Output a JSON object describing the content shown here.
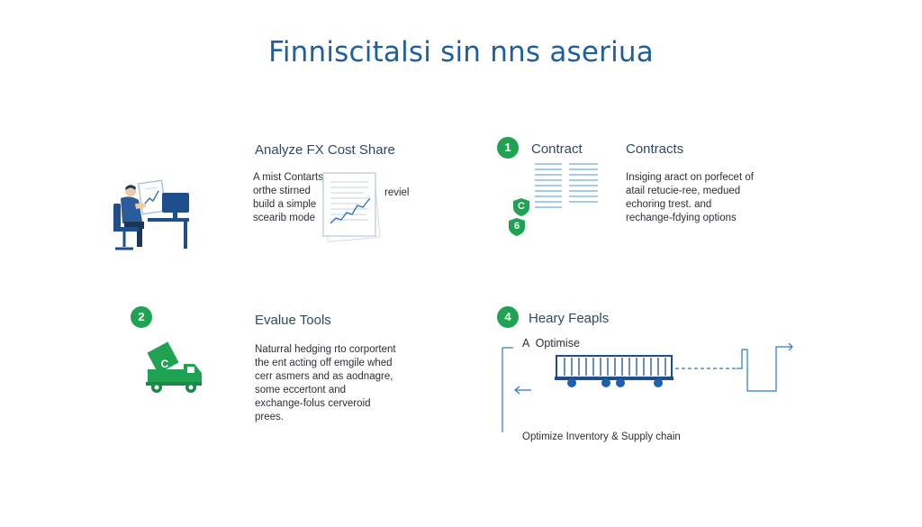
{
  "title": "Finniscitalsi sin nns aseriua",
  "colors": {
    "accent_green": "#1fa352",
    "accent_blue": "#1f5f9e",
    "line_blue": "#2d78c2"
  },
  "section1": {
    "heading": "Analyze FX Cost Share",
    "lines": [
      "A mist Contarts",
      "orthe stirned",
      "build a simple",
      "scearib mode"
    ],
    "side_text": "reviel",
    "icons": [
      "person-at-desk-icon",
      "document-chart-icon"
    ]
  },
  "section_contract": {
    "badge": "1",
    "label": "Contract",
    "shield_badges": [
      "C",
      "6"
    ],
    "icon": "contract-document-icon"
  },
  "section_contracts": {
    "heading": "Contracts",
    "lines": [
      "Insiging aract on porfecet of",
      "atail retucie-ree, medued",
      "echoring trest. and",
      "rechange-fdying options"
    ]
  },
  "section2": {
    "badge": "2",
    "heading": "Evalue Tools",
    "lines": [
      "Naturral hedging rto corportent",
      "the ent acting off emgile whed",
      "cerr asmers and as aodnagre,",
      "some eccertont and",
      "exchange-folus cerveroid",
      "prees."
    ],
    "icon": "truck-icon",
    "icon_label": "C"
  },
  "section4": {
    "badge": "4",
    "heading": "Heary Feapls",
    "sub_label": "A  Optimise",
    "footer": "Optimize Inventory & Supply chain",
    "icon": "train-wagon-icon"
  }
}
